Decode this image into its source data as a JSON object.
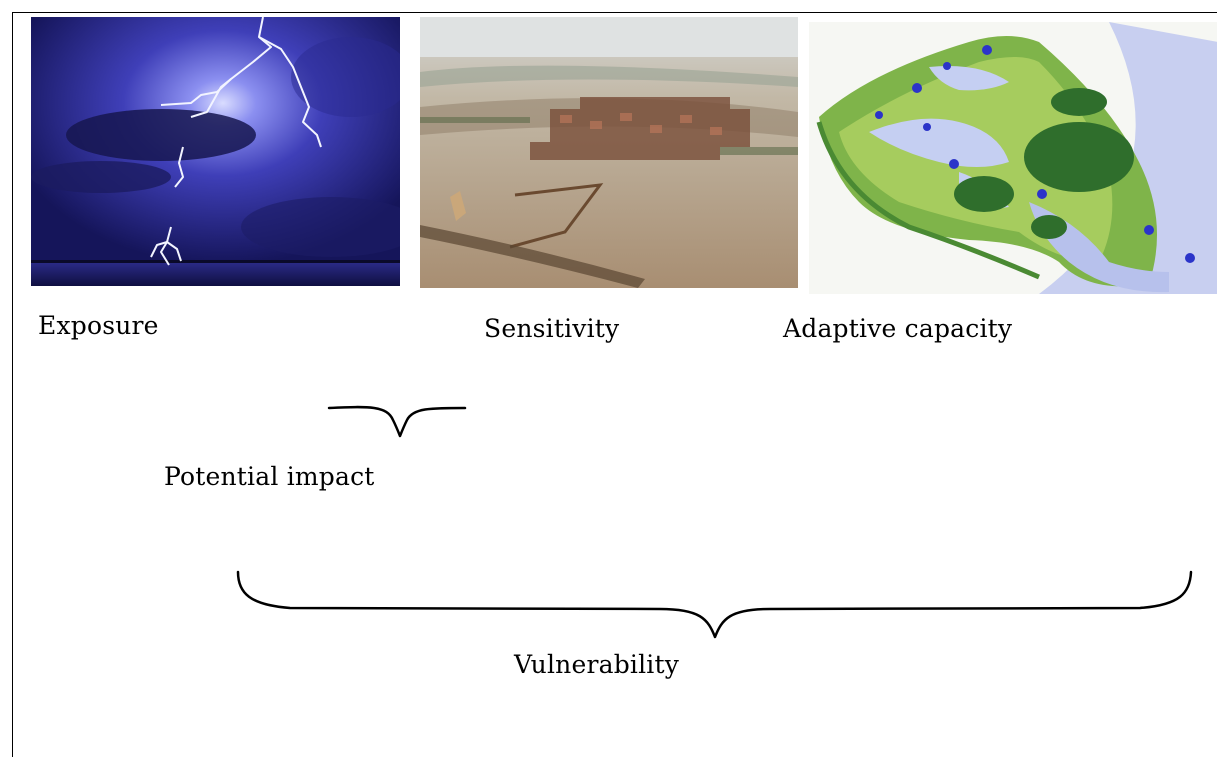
{
  "diagram": {
    "images": [
      {
        "name": "lightning-storm-image",
        "label": "Exposure"
      },
      {
        "name": "flooded-town-image",
        "label": "Sensitivity"
      },
      {
        "name": "floodplain-map-image",
        "label": "Adaptive capacity"
      }
    ],
    "potential_impact_label": "Potential impact",
    "vulnerability_label": "Vulnerability"
  }
}
